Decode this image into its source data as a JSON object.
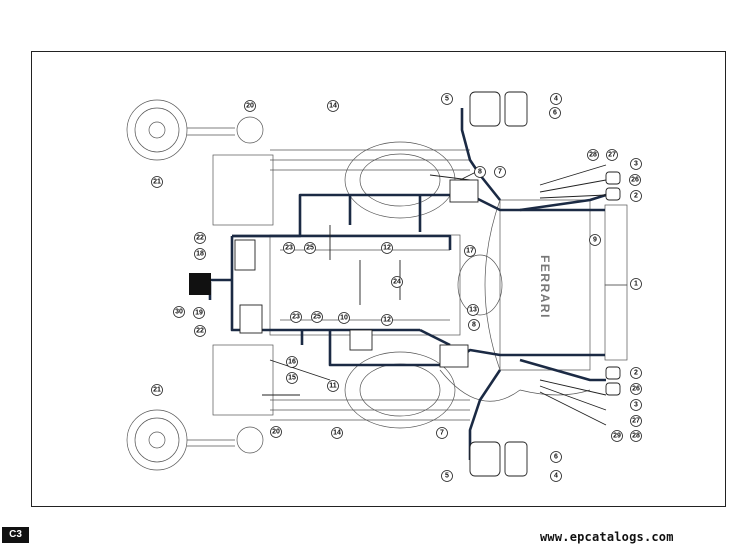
{
  "page_code": "C3",
  "watermark": "www.epcatalogs.com",
  "engine_badge": "FERRARI",
  "callouts": {
    "n1": "1",
    "n2": "2",
    "n3": "3",
    "n4": "4",
    "n5": "5",
    "n6": "6",
    "n7": "7",
    "n8": "8",
    "n9": "9",
    "n10": "10",
    "n11": "11",
    "n12": "12",
    "n13": "13",
    "n14": "14",
    "n15": "15",
    "n16": "16",
    "n17": "17",
    "n18": "18",
    "n19": "19",
    "n20": "20",
    "n21": "21",
    "n22": "22",
    "n23": "23",
    "n24": "24",
    "n25": "25",
    "n26": "26",
    "n27": "27",
    "n28": "28",
    "n29": "29",
    "n30": "30"
  },
  "colors": {
    "harness": "#1b2a44",
    "line": "#222222",
    "fill": "#ffffff"
  }
}
